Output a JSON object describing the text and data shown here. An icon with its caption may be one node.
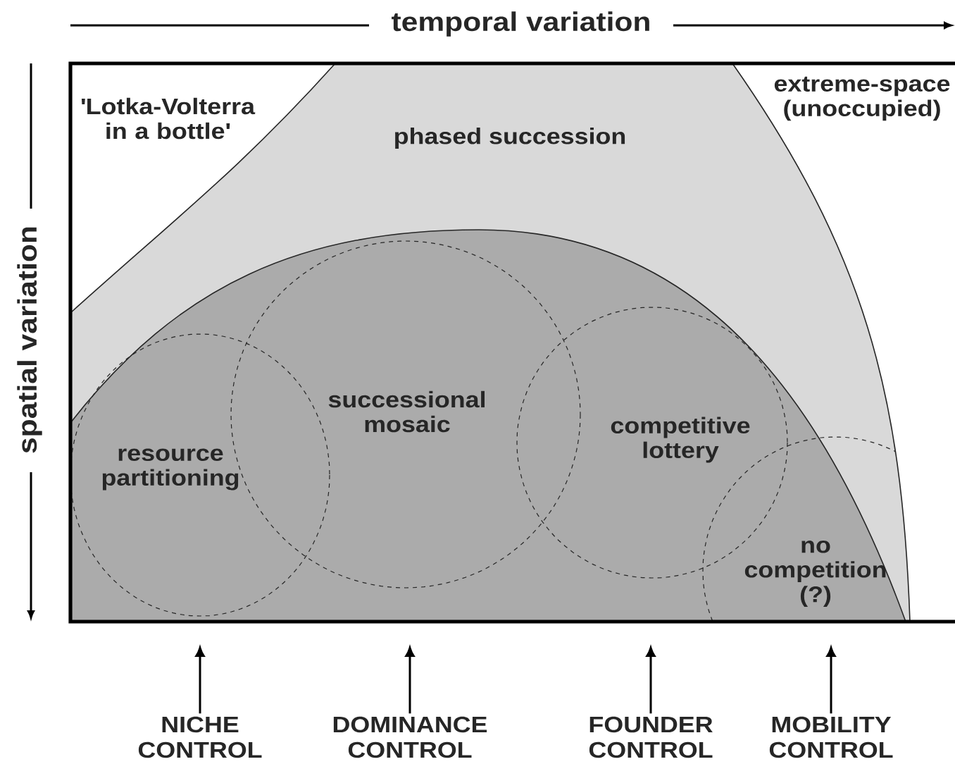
{
  "diagram": {
    "nodes": [
      {
        "text": [
          "phased succession"
        ]
      },
      {
        "text": [
          "resource partitioning"
        ],
        "in": 0
      },
      {
        "text": [
          "successional mosaic"
        ],
        "in": 0
      },
      {
        "text": [
          "competitive lottery"
        ],
        "in": 0
      },
      {
        "text": [
          "no competition (?)"
        ],
        "in": 0
      },
      {
        "text": [
          "NICHE CONTROL"
        ]
      },
      {
        "text": [
          "DOMINANCE CONTROL"
        ]
      },
      {
        "text": [
          "FOUNDER CONTROL"
        ]
      },
      {
        "text": [
          "MOBILITY CONTROL"
        ]
      }
    ],
    "edges": [
      {
        "from": 5,
        "to": null,
        "arrow": "to"
      },
      {
        "from": 6,
        "to": null,
        "arrow": "to"
      },
      {
        "from": 7,
        "to": null,
        "arrow": "to"
      },
      {
        "from": 8,
        "to": null,
        "arrow": "to"
      }
    ],
    "labels": [
      "temporal variation",
      "spatial variation",
      "'Lotka-Volterra in a bottle'",
      "extreme-space (unoccupied)"
    ]
  }
}
